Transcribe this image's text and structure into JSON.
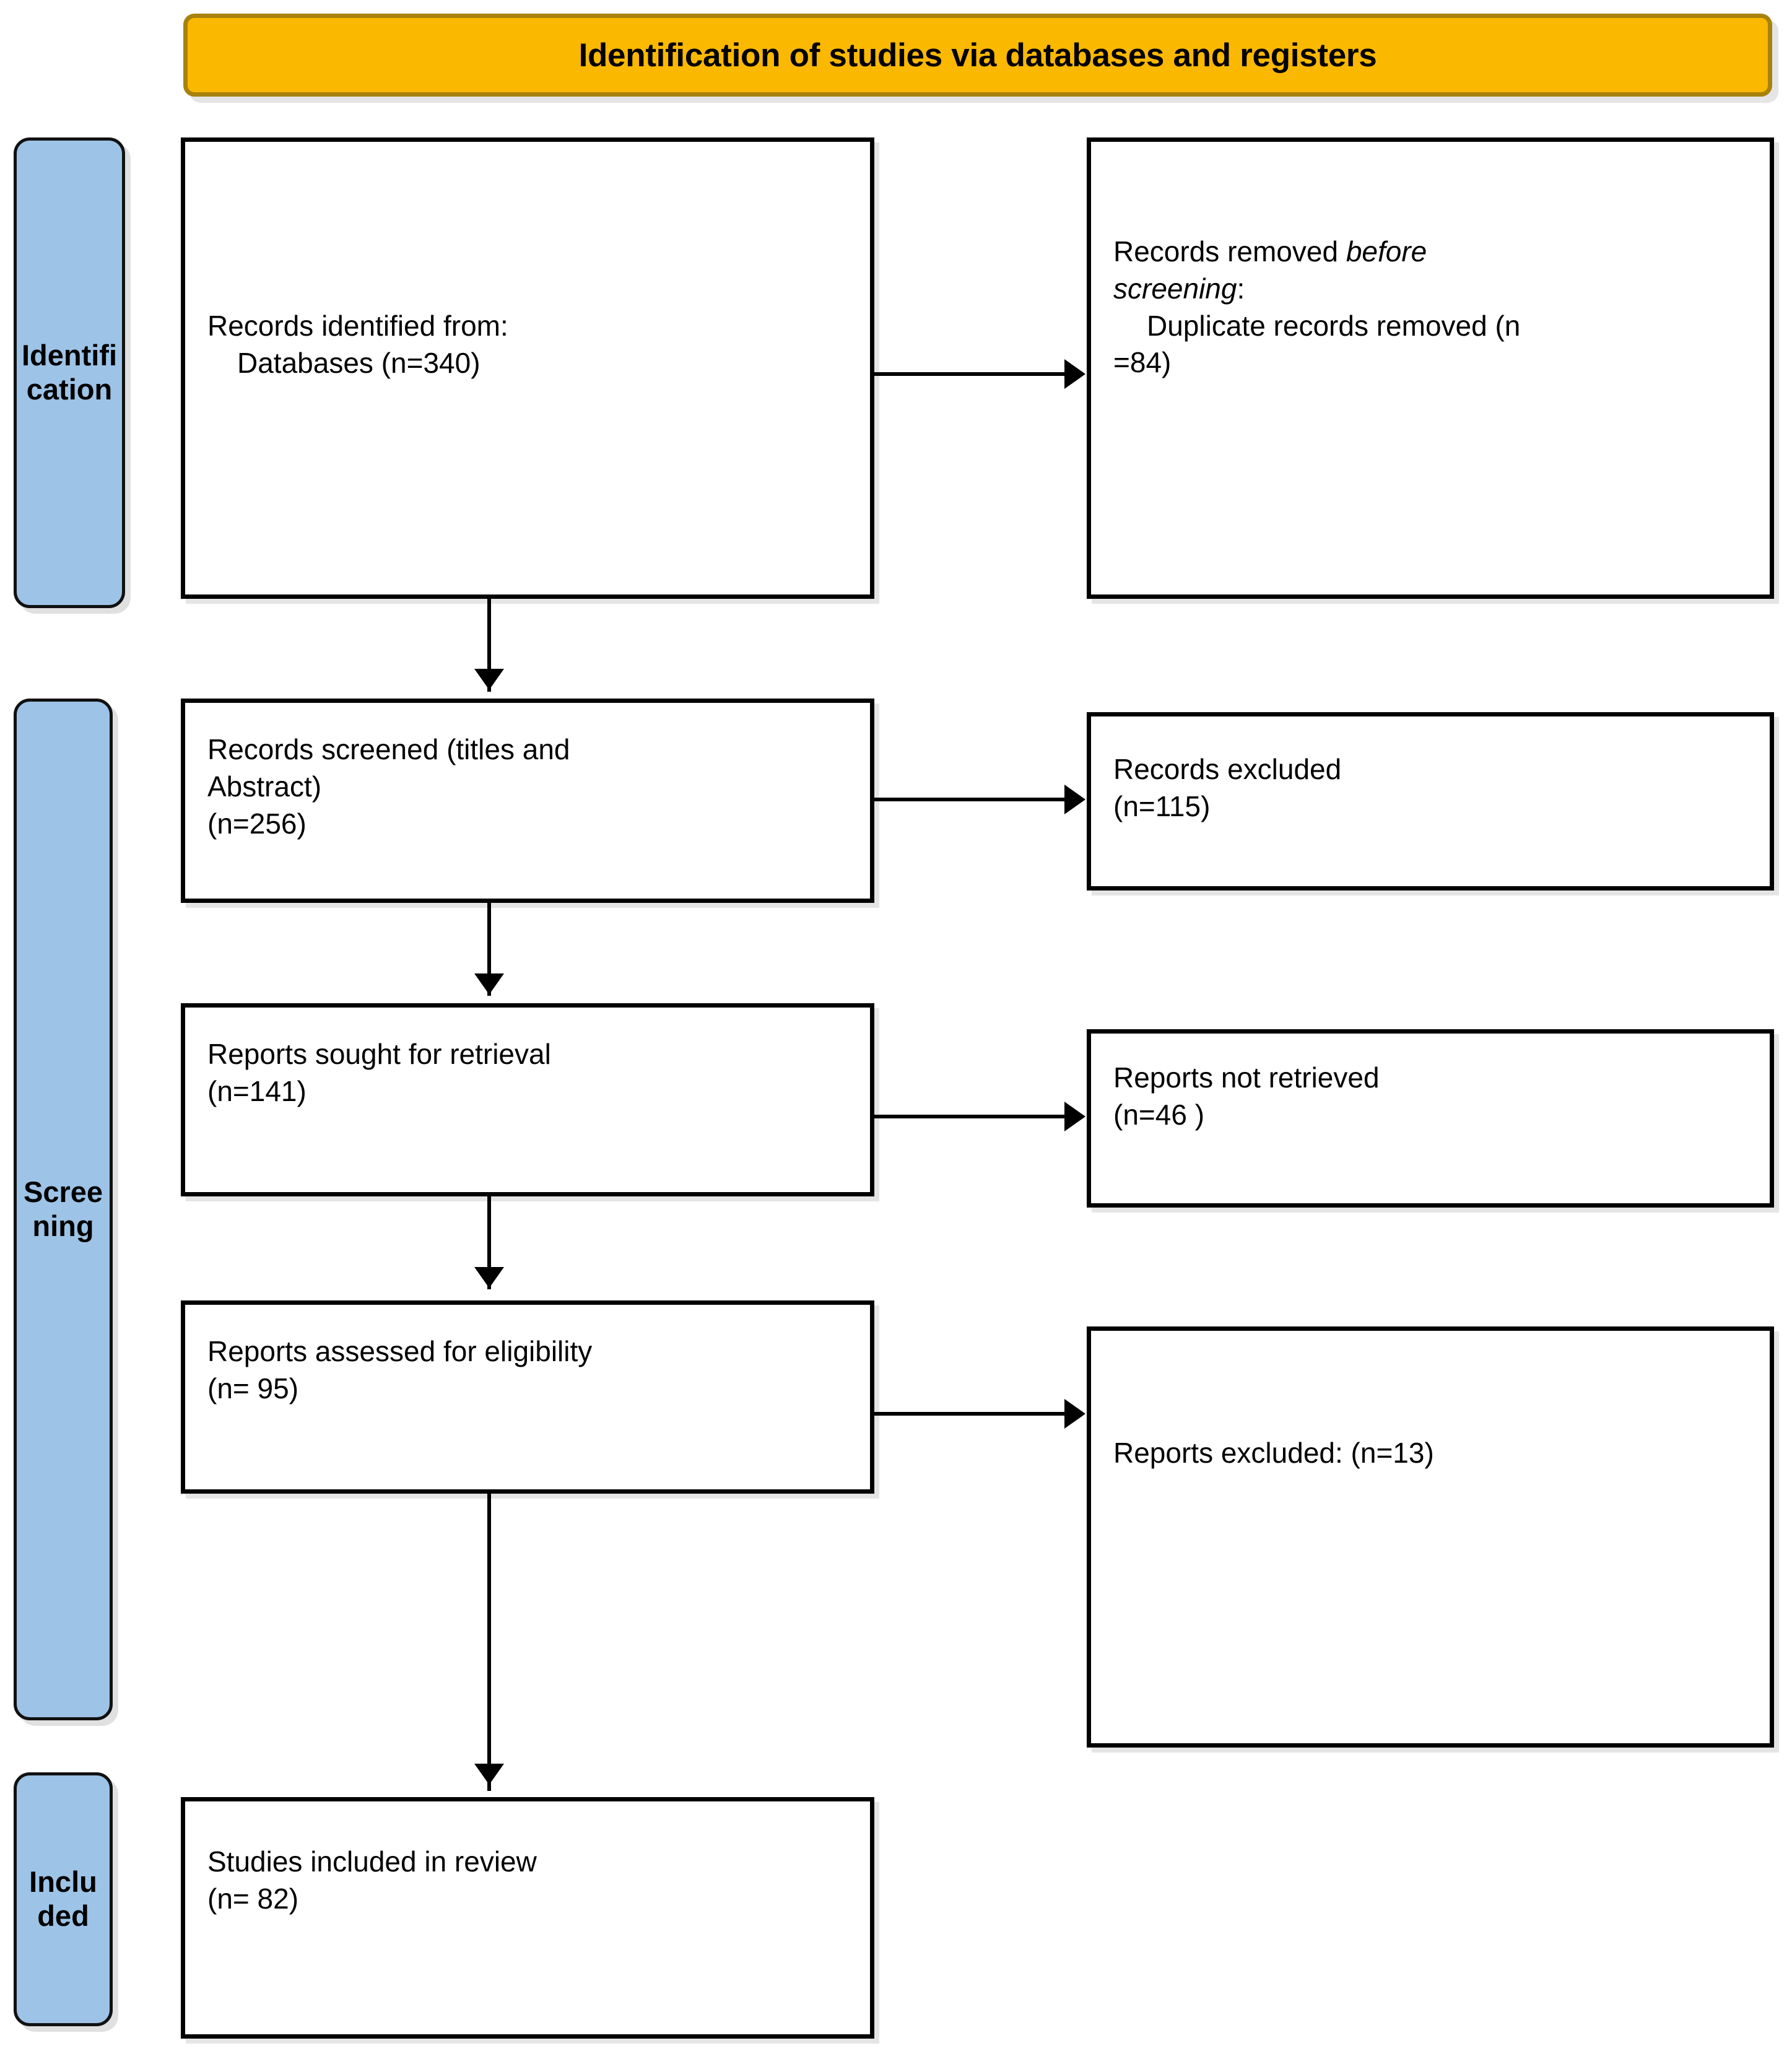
{
  "diagram": {
    "type": "PRISMA flow diagram",
    "title": "Identification of studies via databases and registers",
    "colors": {
      "title_banner_fill": "#FBB800",
      "title_banner_border": "#A8820E",
      "stage_label_fill": "#9DC3E6",
      "box_border": "#000000",
      "text": "#000000",
      "background": "#FFFFFF"
    }
  },
  "stages": [
    {
      "id": "identification",
      "label": "Identification"
    },
    {
      "id": "screening",
      "label": "Screening"
    },
    {
      "id": "included",
      "label": "Included"
    }
  ],
  "boxes": {
    "records_identified": {
      "line1": "Records identified from:",
      "line2": "Databases (n=340)",
      "count": 340
    },
    "records_removed": {
      "line1_prefix": "Records removed ",
      "line1_italic": "before",
      "line2_italic": "screening",
      "line2_suffix": ":",
      "line3": "Duplicate records removed (n",
      "line4": "=84)",
      "count": 84
    },
    "records_screened": {
      "line1": "Records screened (titles and",
      "line2": "Abstract)",
      "line3": "(n=256)",
      "count": 256
    },
    "records_excluded": {
      "line1": "Records excluded",
      "line2": "(n=115)",
      "count": 115
    },
    "reports_sought": {
      "line1": "Reports sought for retrieval",
      "line2": "(n=141)",
      "count": 141
    },
    "reports_not_retrieved": {
      "line1": "Reports not retrieved",
      "line2": "(n=46 )",
      "count": 46
    },
    "reports_assessed": {
      "line1": "Reports assessed for eligibility",
      "line2": "(n= 95)",
      "count": 95
    },
    "reports_excluded": {
      "line1": "Reports excluded: (n=13)",
      "count": 13
    },
    "studies_included": {
      "line1": "Studies included in review",
      "line2": "(n= 82)",
      "count": 82
    }
  }
}
